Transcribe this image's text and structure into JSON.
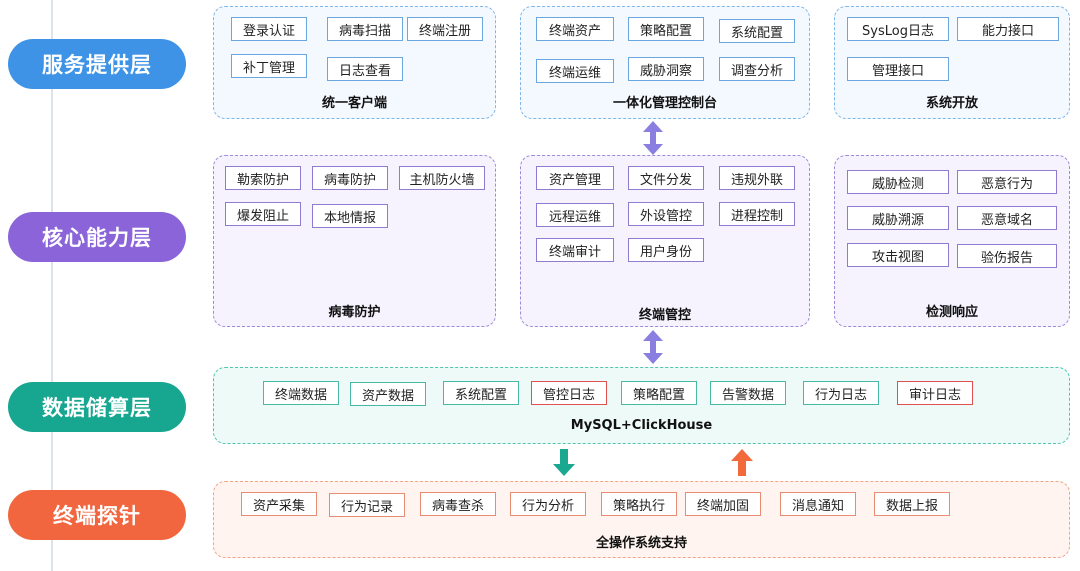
{
  "colors": {
    "service_pill": "#3e93e6",
    "core_pill": "#8a64d8",
    "data_pill": "#17a68f",
    "probe_pill": "#f1663f",
    "service_border": "#7fb6ea",
    "service_tag_border": "#6aa6e0",
    "service_bg": "#f3f9ff",
    "core_border": "#9e8ad8",
    "core_tag_border": "#8f7bd2",
    "core_bg": "#f6f3ff",
    "data_border": "#52c4b0",
    "data_tag_border": "#48b9a4",
    "data_bg": "#eefaf7",
    "data_tag_alert": "#e15050",
    "probe_border": "#f0a48a",
    "probe_tag_border": "#e48d72",
    "probe_bg": "#fff4ef",
    "arrow_purple": "#8a7fe0",
    "arrow_green": "#1ba890",
    "arrow_orange": "#f2693c"
  },
  "layers": {
    "service": "服务提供层",
    "core": "核心能力层",
    "data": "数据储算层",
    "probe": "终端探针"
  },
  "service": {
    "client": {
      "title": "统一客户端",
      "tags": [
        "登录认证",
        "病毒扫描",
        "终端注册",
        "补丁管理",
        "日志查看"
      ]
    },
    "console": {
      "title": "一体化管理控制台",
      "tags": [
        "终端资产",
        "策略配置",
        "系统配置",
        "终端运维",
        "威胁洞察",
        "调查分析"
      ]
    },
    "open": {
      "title": "系统开放",
      "tags": [
        "SysLog日志",
        "能力接口",
        "管理接口"
      ]
    }
  },
  "core": {
    "virus": {
      "title": "病毒防护",
      "tags": [
        "勒索防护",
        "病毒防护",
        "主机防火墙",
        "爆发阻止",
        "本地情报"
      ]
    },
    "terminal": {
      "title": "终端管控",
      "tags": [
        "资产管理",
        "文件分发",
        "违规外联",
        "远程运维",
        "外设管控",
        "进程控制",
        "终端审计",
        "用户身份"
      ]
    },
    "detect": {
      "title": "检测响应",
      "tags": [
        "威胁检测",
        "恶意行为",
        "威胁溯源",
        "恶意域名",
        "攻击视图",
        "验伤报告"
      ]
    }
  },
  "data": {
    "title": "MySQL+ClickHouse",
    "tags": [
      "终端数据",
      "资产数据",
      "系统配置",
      "管控日志",
      "策略配置",
      "告警数据",
      "行为日志",
      "审计日志"
    ]
  },
  "probe": {
    "title": "全操作系统支持",
    "tags": [
      "资产采集",
      "行为记录",
      "病毒查杀",
      "行为分析",
      "策略执行",
      "终端加固",
      "消息通知",
      "数据上报"
    ]
  }
}
